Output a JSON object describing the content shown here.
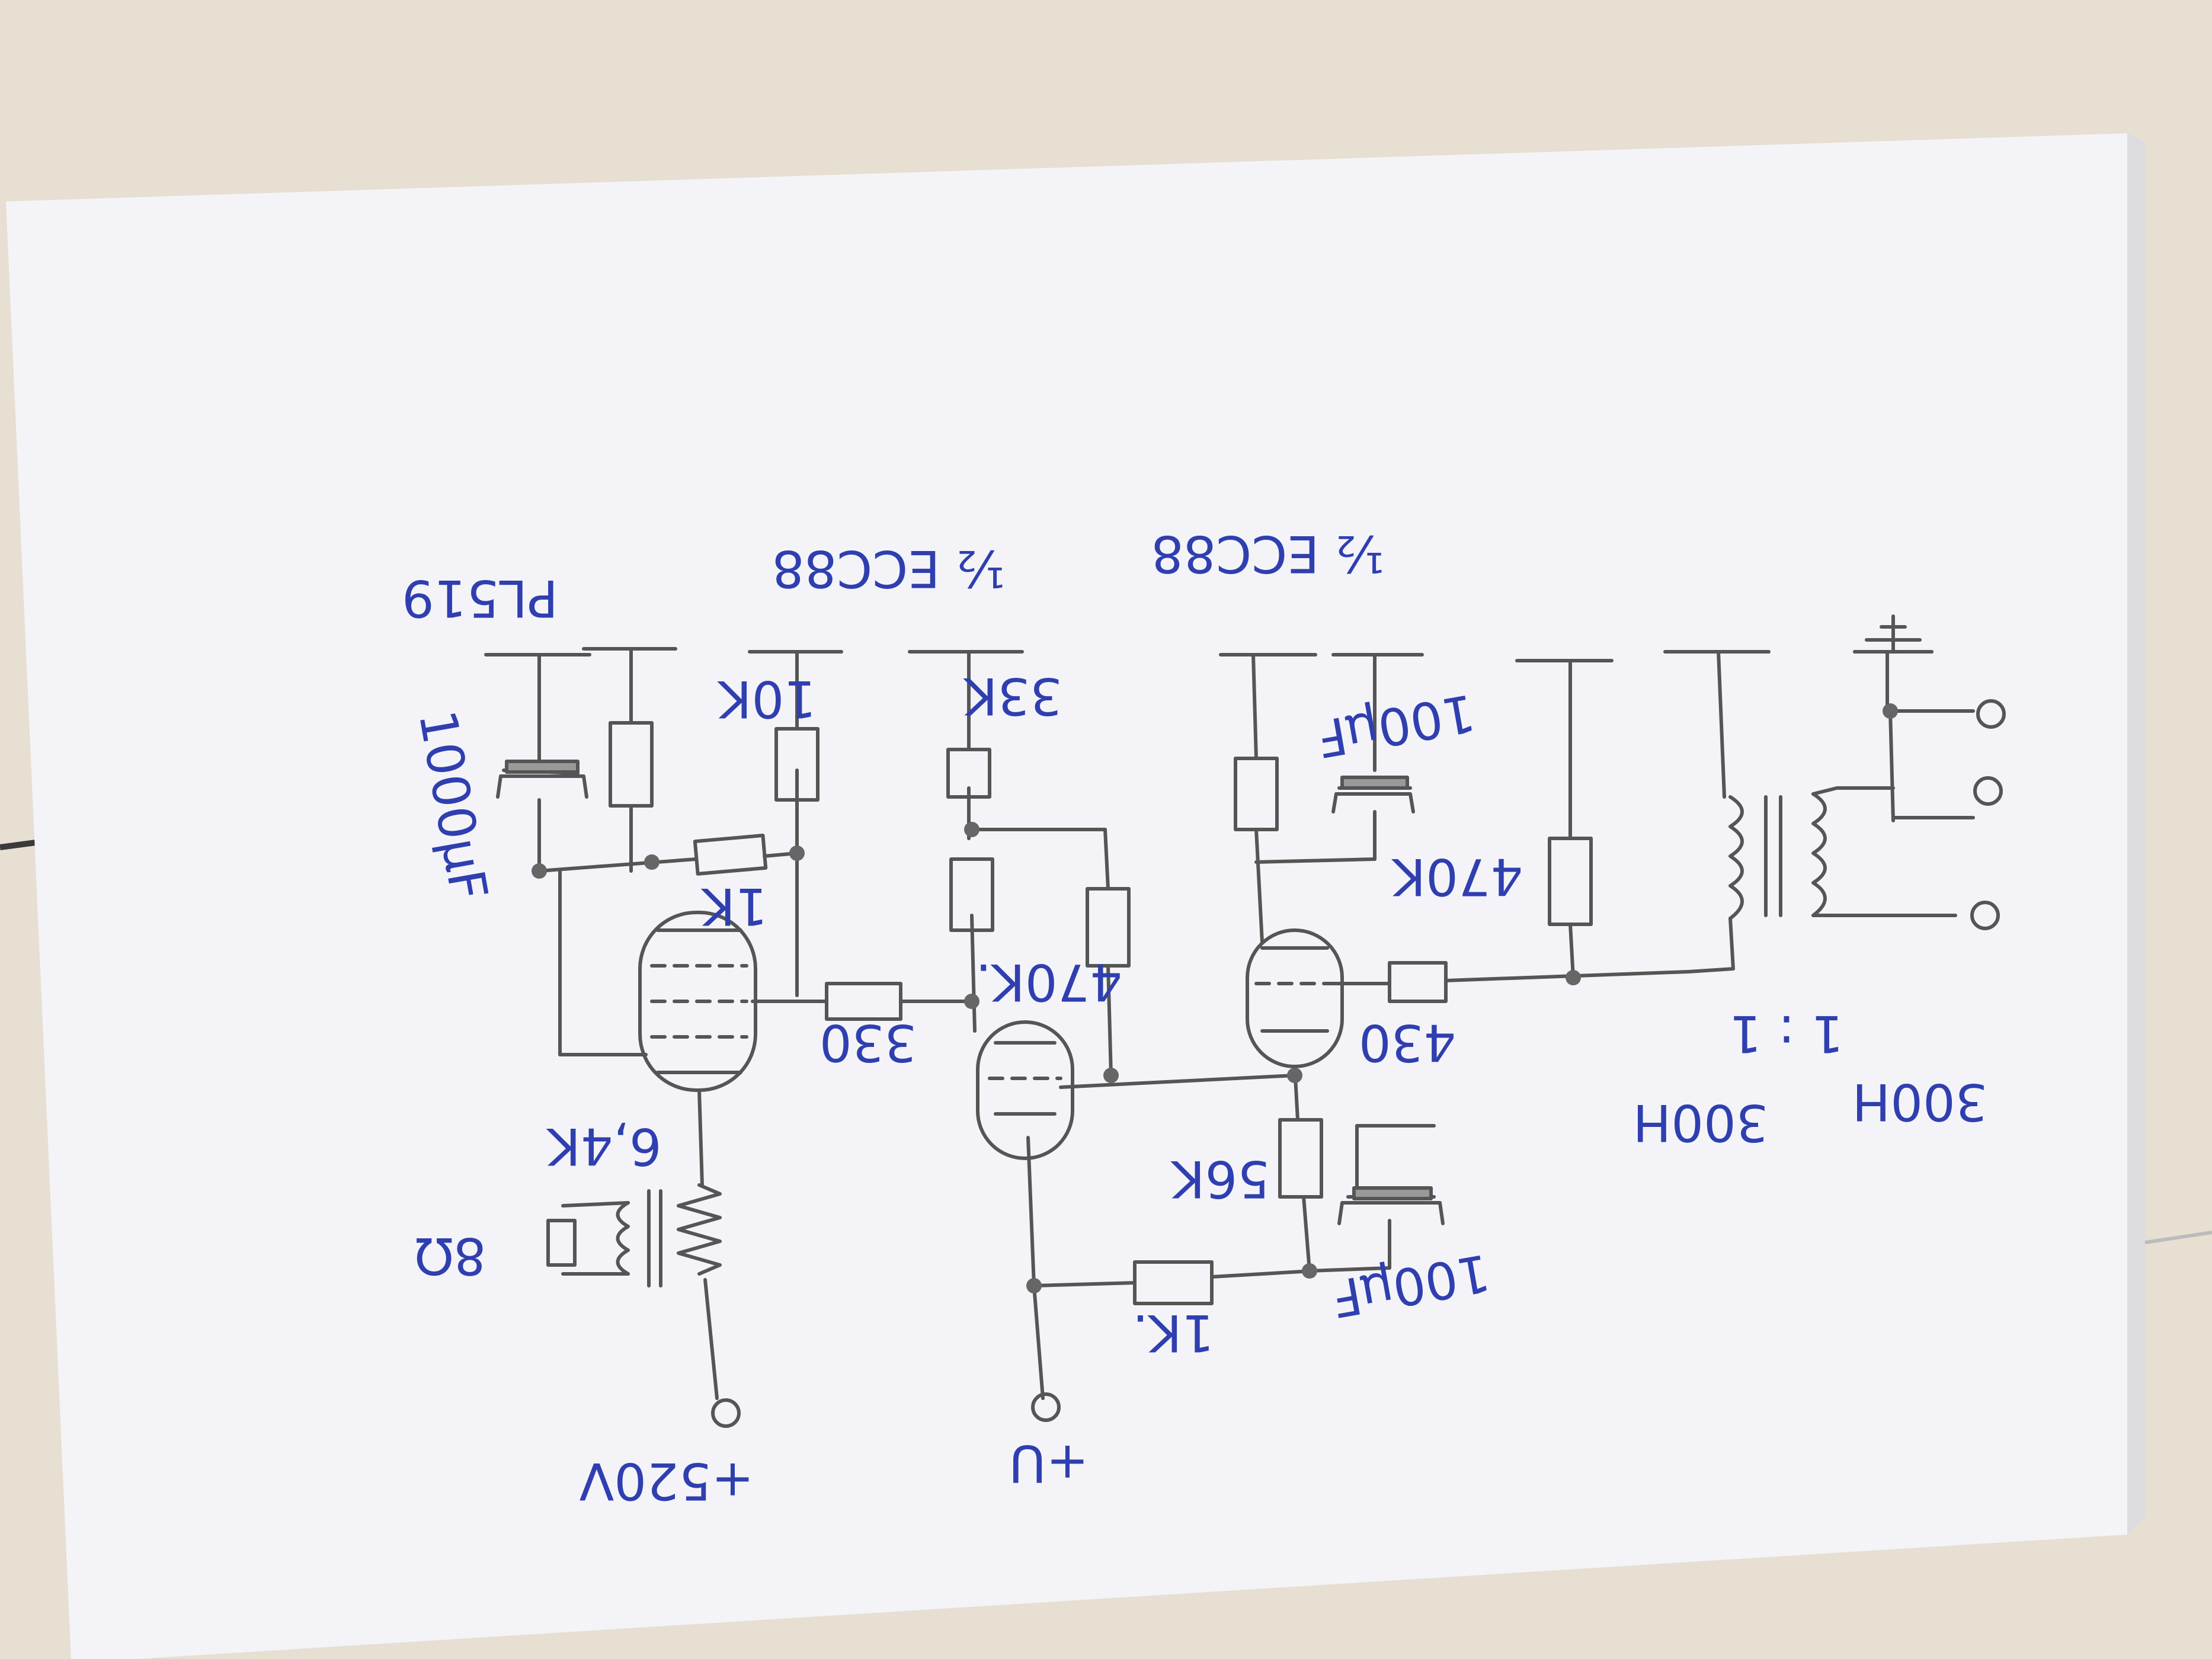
{
  "schematic": {
    "labels": {
      "tube_pl519": "PL519",
      "tube_ecc88_a": "½ ECC88",
      "tube_ecc88_b": "½ ECC88",
      "r_1k_top": "1K",
      "r_10k": "10K",
      "c_1000uf": "1000μF",
      "r_6_4k": "6,4K",
      "speaker": "8Ω",
      "supply_520": "+520V",
      "r_330": "330",
      "r_33k": "33K",
      "r_470k_mid": "470K.",
      "supply_u": "+U",
      "r_1k_bottom": "1K.",
      "c_100uf_bottom": "100μF",
      "r_56k": "56K",
      "c_100uf_top": "100μF",
      "r_430": "430",
      "r_470k_right": "470K",
      "ind_300h_a": "300H",
      "ind_300h_b": "300H",
      "ratio": "1 : 1"
    }
  }
}
